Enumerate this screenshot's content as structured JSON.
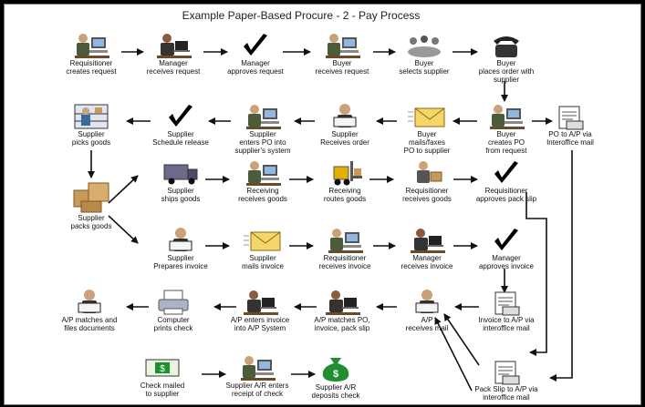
{
  "title": "Example Paper-Based Procure - 2 - Pay Process",
  "colors": {
    "arrow": "#111111",
    "money": "#1f8f2f",
    "envelope": "#f5d66b",
    "person_shirt": "#4a5c3a"
  },
  "nodes": {
    "n1": [
      "Requisitioner",
      "creates request"
    ],
    "n2": [
      "Manager",
      "receives request"
    ],
    "n3": [
      "Manager",
      "approves request"
    ],
    "n4": [
      "Buyer",
      "receives request"
    ],
    "n5": [
      "Buyer",
      "selects supplier"
    ],
    "n6": [
      "Buyer",
      "places order with supplier"
    ],
    "n7": [
      "Supplier",
      "picks goods"
    ],
    "n8": [
      "Supplier",
      "Schedule release"
    ],
    "n9": [
      "Supplier",
      "enters PO into",
      "supplier's system"
    ],
    "n10": [
      "Supplier",
      "Receives order"
    ],
    "n11": [
      "Buyer",
      "mails/faxes",
      "PO to supplier"
    ],
    "n12": [
      "Buyer",
      "creates PO",
      "from request"
    ],
    "n13": [
      "PO to A/P via",
      "Interoffice mail"
    ],
    "n14": [
      "Supplier",
      "packs goods"
    ],
    "n15": [
      "Supplier",
      "ships goods"
    ],
    "n16": [
      "Receiving",
      "receives goods"
    ],
    "n17": [
      "Receiving",
      "routes goods"
    ],
    "n18": [
      "Requisitioner",
      "receives goods"
    ],
    "n19": [
      "Requisitioner",
      "approves pack slip"
    ],
    "n20": [
      "Supplier",
      "Prepares invoice"
    ],
    "n21": [
      "Supplier",
      "mails invoice"
    ],
    "n22": [
      "Requisitioner",
      "receives invoice"
    ],
    "n23": [
      "Manager",
      "receives invoice"
    ],
    "n24": [
      "Manager",
      "approves invoice"
    ],
    "n25": [
      "A/P matches and",
      "files documents"
    ],
    "n26": [
      "Computer",
      "prints check"
    ],
    "n27": [
      "A/P enters invoice",
      "into A/P System"
    ],
    "n28": [
      "A/P matches PO,",
      "invoice, pack slip"
    ],
    "n29": [
      "A/P",
      "receives mail"
    ],
    "n30": [
      "Invoice to A/P via",
      "interoffice mail"
    ],
    "n31": [
      "Check mailed",
      "to supplier"
    ],
    "n32": [
      "Supplier A/R enters",
      "receipt of check"
    ],
    "n33": [
      "Supplier A/R",
      "deposits check"
    ],
    "n34": [
      "Pack Slip to A/P via",
      "interoffice mail"
    ]
  },
  "icons": {
    "n1": "person-computer-icon",
    "n2": "person-laptop-icon",
    "n3": "checkmark-icon",
    "n4": "person-computer-icon",
    "n5": "group-meeting-icon",
    "n6": "telephone-icon",
    "n7": "warehouse-worker-icon",
    "n8": "checkmark-icon",
    "n9": "person-computer-icon",
    "n10": "person-reading-icon",
    "n11": "envelope-icon",
    "n12": "person-computer-icon",
    "n13": "interoffice-mail-icon",
    "n14": "boxes-icon",
    "n15": "delivery-truck-icon",
    "n16": "person-computer-icon",
    "n17": "forklift-icon",
    "n18": "person-receiving-icon",
    "n19": "checkmark-icon",
    "n20": "person-reading-icon",
    "n21": "envelope-icon",
    "n22": "person-computer-icon",
    "n23": "person-laptop-icon",
    "n24": "checkmark-icon",
    "n25": "person-reading-icon",
    "n26": "printer-icon",
    "n27": "person-laptop-icon",
    "n28": "person-laptop-icon",
    "n29": "person-reading-icon",
    "n30": "interoffice-mail-icon",
    "n31": "check-money-icon",
    "n32": "person-computer-icon",
    "n33": "money-bag-icon",
    "n34": "interoffice-mail-icon"
  },
  "symbols": {
    "money_bag": "$",
    "check": "$"
  }
}
